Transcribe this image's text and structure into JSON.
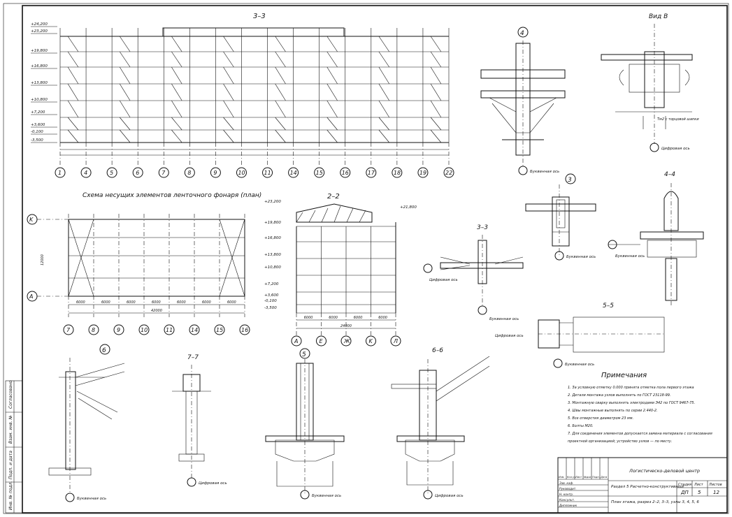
{
  "views": {
    "elevation_33": {
      "title": "3–3",
      "levels": [
        "+24,200",
        "+23,200",
        "+19,800",
        "+16,800",
        "+13,800",
        "+10,800",
        "+7,200",
        "+3,600",
        "-0,100",
        "-3,500"
      ],
      "axes": [
        "1",
        "4",
        "5",
        "6",
        "7",
        "8",
        "9",
        "10",
        "11",
        "14",
        "15",
        "16",
        "17",
        "18",
        "19",
        "22"
      ]
    },
    "plan_lantern": {
      "title": "Схема несущих элементов ленточного фонаря (план)",
      "rows": [
        "K",
        "A"
      ],
      "axes": [
        "7",
        "8",
        "9",
        "10",
        "11",
        "14",
        "15",
        "16"
      ],
      "dims": [
        "6000",
        "6000",
        "6000",
        "6000",
        "6000",
        "6000",
        "6000"
      ],
      "total": "42000",
      "height": "12000"
    },
    "section_22": {
      "title": "2–2",
      "levels": [
        "+23,200",
        "+21,800",
        "+19,800",
        "+16,800",
        "+13,800",
        "+10,800",
        "+7,200",
        "+3,600",
        "-0,100",
        "-3,500"
      ],
      "axes": [
        "A",
        "E",
        "Ж",
        "K",
        "Л"
      ],
      "dims": [
        "6000",
        "6000",
        "6000",
        "6000"
      ],
      "total": "24000"
    },
    "node_4": {
      "title": "4",
      "note": "Буквенная ось"
    },
    "view_V": {
      "title": "Вид В",
      "note": "Цифровая ось",
      "note2": "Тм2 с торцовой шапки"
    },
    "node_3": {
      "title": "3",
      "note": "Буквенная ось"
    },
    "section_44": {
      "title": "4–4",
      "note": "Буквенная ось"
    },
    "section_33_small": {
      "title": "3–3",
      "note1": "Цифровая ось",
      "note2": "Буквенная ось"
    },
    "section_55": {
      "title": "5–5",
      "note1": "Цифровая ось",
      "note2": "Буквенная ось"
    },
    "node_6": {
      "title": "6",
      "note": "Буквенная ось"
    },
    "section_77": {
      "title": "7–7",
      "note": "Цифровая ось"
    },
    "node_5": {
      "title": "5",
      "note": "Буквенная ось"
    },
    "section_66": {
      "title": "6–6",
      "note": "Цифровая ось"
    }
  },
  "notes": {
    "heading": "Примечания",
    "items": [
      "1. За условную отметку 0.000 принята отметка пола первого этажа",
      "2. Детали монтажа узлов выполнять по ГОСТ 23118-99.",
      "3. Монтажную сварку выполнять электродами Э42 по ГОСТ 9467-75.",
      "4. Швы монтажные выполнять по серии 2.440-2.",
      "5. Все отверстия диаметром 23 мм.",
      "6. Болты М20.",
      "7. Для соединения элементов допускается замена материала с согласования",
      "   проектной организацией; устройство узлов — по месту."
    ]
  },
  "title_block": {
    "org": "Логистическо-деловой центр",
    "section": "Раздел 5 Расчетно-конструктивный",
    "sheet_title": "План этажа, разрез 2–2, 3–3, узлы 3, 4, 5, 6",
    "stage_label": "Стадия",
    "sheet_label": "Лист",
    "sheets_label": "Листов",
    "stage": "ДП",
    "sheet": "5",
    "sheets": "12",
    "col_headers": [
      "Изм.",
      "Кол.уч",
      "Лист",
      "№док",
      "Подп.",
      "Дата"
    ],
    "roles": [
      "Зав. каф.",
      "Руководит.",
      "Н. контр.",
      "Консульт.",
      "Дипломник"
    ],
    "side_stamp": [
      "Согласовано",
      "Взам. инв. №",
      "Подп. и дата",
      "Инв. № подл."
    ]
  }
}
